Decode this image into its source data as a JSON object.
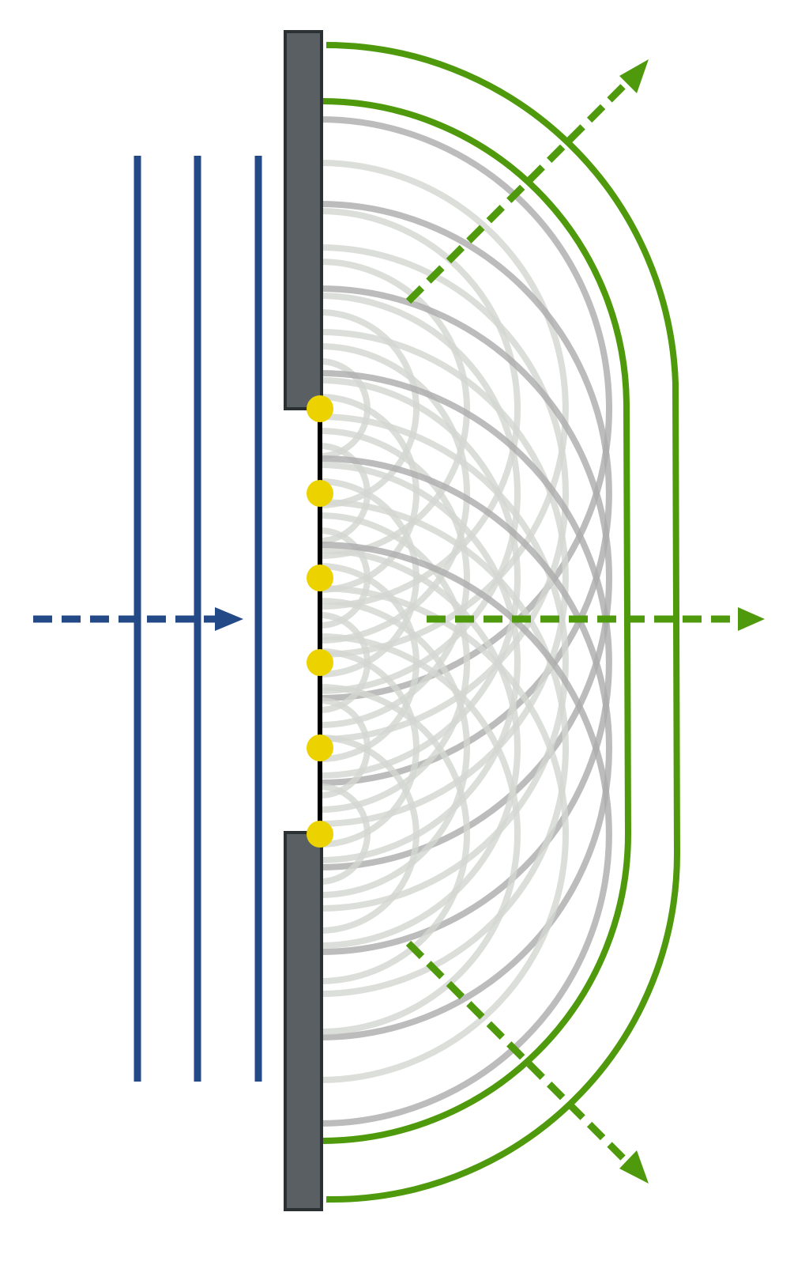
{
  "diagram": {
    "colors": {
      "incident_wave": "#234a87",
      "barrier": "#5a5f63",
      "barrier_stroke": "#2b3033",
      "aperture": "#000000",
      "point_source": "#ecd300",
      "wavelet_light": "#d3d6d1",
      "wavelet_dark": "#ababab",
      "envelope": "#4f9a0c"
    },
    "incident_wavefronts": 3,
    "point_sources": 6,
    "wavelet_rings_per_source": 6,
    "envelopes": 2,
    "outgoing_arrows": [
      "up-right",
      "right",
      "down-right"
    ],
    "incident_arrow": "right"
  }
}
